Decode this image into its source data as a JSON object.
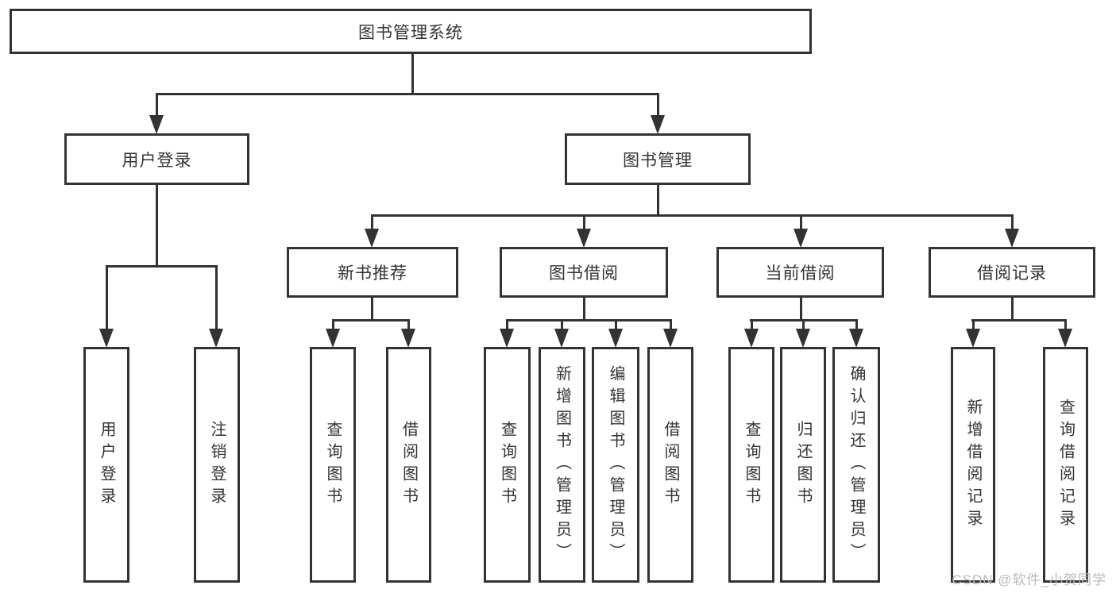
{
  "tree": {
    "root": "图书管理系统",
    "level2": [
      {
        "label": "用户登录",
        "children": [
          "用户登录",
          "注销登录"
        ]
      },
      {
        "label": "图书管理"
      }
    ],
    "level3": [
      {
        "label": "新书推荐",
        "children": [
          "查询图书",
          "借阅图书"
        ]
      },
      {
        "label": "图书借阅",
        "children": [
          "查询图书",
          "新增图书（管理员）",
          "编辑图书（管理员）",
          "借阅图书"
        ]
      },
      {
        "label": "当前借阅",
        "children": [
          "查询图书",
          "归还图书",
          "确认归还（管理员）"
        ]
      },
      {
        "label": "借阅记录",
        "children": [
          "新增借阅记录",
          "查询借阅记录"
        ]
      }
    ]
  },
  "watermark": "CSDN @软件_小贺同学",
  "colors": {
    "line": "#333333",
    "background": "#ffffff",
    "watermark": "#b9b9b9"
  }
}
